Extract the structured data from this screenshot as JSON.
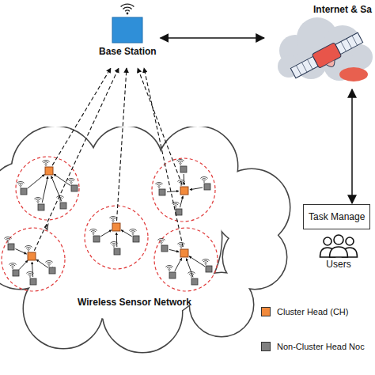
{
  "diagram": {
    "nodes": [
      {
        "text": [
          "Base Station"
        ]
      },
      {
        "text": [
          "Internet & Sa"
        ]
      },
      {
        "text": [
          "Task Manage"
        ]
      },
      {
        "text": [
          "Users"
        ]
      },
      {
        "text": [
          "Wireless Sensor Network"
        ]
      }
    ],
    "edges": [
      {
        "from": 0,
        "to": 1,
        "arrow": "both"
      },
      {
        "from": 1,
        "to": 2,
        "arrow": "both"
      }
    ],
    "legend": [
      {
        "text": "Cluster Head (CH)",
        "color": "#f28a3c"
      },
      {
        "text": "Non-Cluster Head Noc",
        "color": "#808080"
      }
    ]
  }
}
